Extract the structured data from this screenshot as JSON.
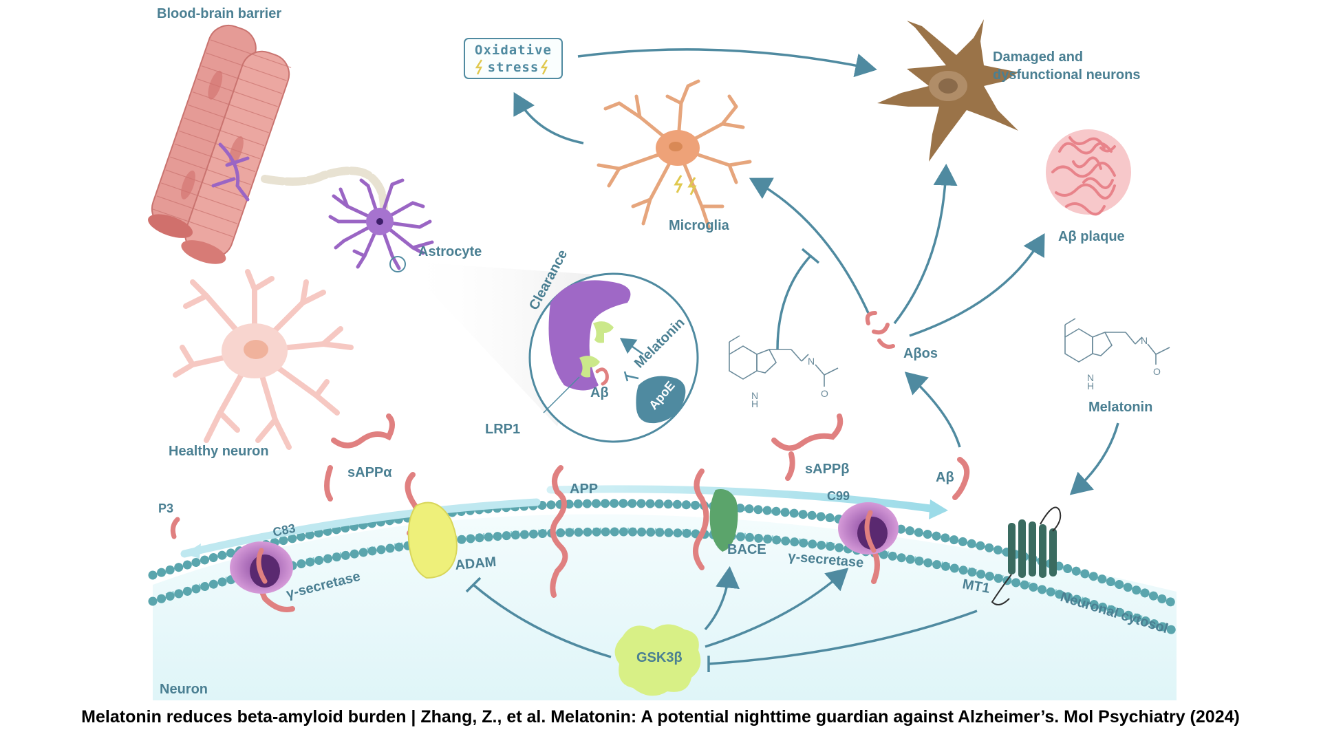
{
  "labels": {
    "bbb": "Blood-brain barrier",
    "oxidative1": "Oxidative",
    "oxidative2": "stress",
    "damaged1": "Damaged and",
    "damaged2": "dysfunctional neurons",
    "microglia": "Microglia",
    "astrocyte": "Astrocyte",
    "abplaque": "Aβ plaque",
    "healthy": "Healthy neuron",
    "clearance": "Clearance",
    "melatonin_inset": "Melatonin",
    "ab_inset": "Aβ",
    "apoe": "ApoE",
    "lrp1": "LRP1",
    "abos": "Aβos",
    "melatonin_right": "Melatonin",
    "sappa": "sAPPα",
    "sappb": "sAPPβ",
    "p3": "P3",
    "app": "APP",
    "ab_mem": "Aβ",
    "c99": "C99",
    "c83": "C83",
    "adam": "ADAM",
    "bace": "BACE",
    "gsec_left": "γ-secretase",
    "gsec_right": "γ-secretase",
    "mt1": "MT1",
    "cytosol": "Neuronal cytosol",
    "gsk": "GSK3β",
    "neuron": "Neuron",
    "mol_h_left": "H",
    "mol_n_left": "N",
    "mol_o_left": "O",
    "mol_h_right": "H",
    "mol_n_right": "N",
    "mol_o_right": "O"
  },
  "caption": "Melatonin reduces beta-amyloid burden | Zhang, Z., et al. Melatonin: A potential nighttime guardian against Alzheimer’s. Mol Psychiatry (2024)",
  "colors": {
    "label": "#4a7f92",
    "arrow": "#4f8aa0",
    "membrane": "#5aa5ad",
    "cytosol": "#e9f8fa",
    "peptide": "#e08080",
    "vessel": "#e59b96",
    "astrocyte": "#9a65c4",
    "microglia": "#e6a57c",
    "damaged": "#9a7348",
    "healthy": "#f6c8c2",
    "secretase": "#c07fc9",
    "adam": "#eef07a",
    "bace": "#5ba46b",
    "mt1": "#3a6b60",
    "gsk": "#d8f086"
  }
}
